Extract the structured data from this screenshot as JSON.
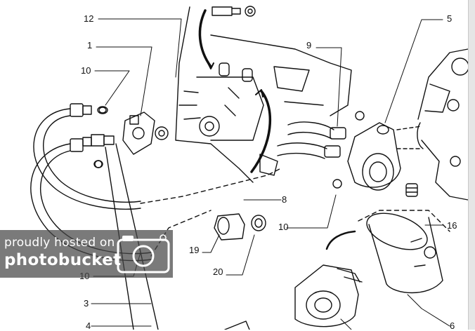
{
  "callouts": {
    "c12": "12",
    "c1": "1",
    "c10_top": "10",
    "c9": "9",
    "c5": "5",
    "c8": "8",
    "c10_mid": "10",
    "c16": "16",
    "c19": "19",
    "c20": "20",
    "c10_bottom": "10",
    "c3": "3",
    "c4": "4",
    "c6": "6"
  },
  "watermark": {
    "line1": "proudly hosted on",
    "line2": "photobucket"
  },
  "colors": {
    "ink": "#111111",
    "paper": "#ffffff",
    "watermark_bg": "#464646"
  }
}
